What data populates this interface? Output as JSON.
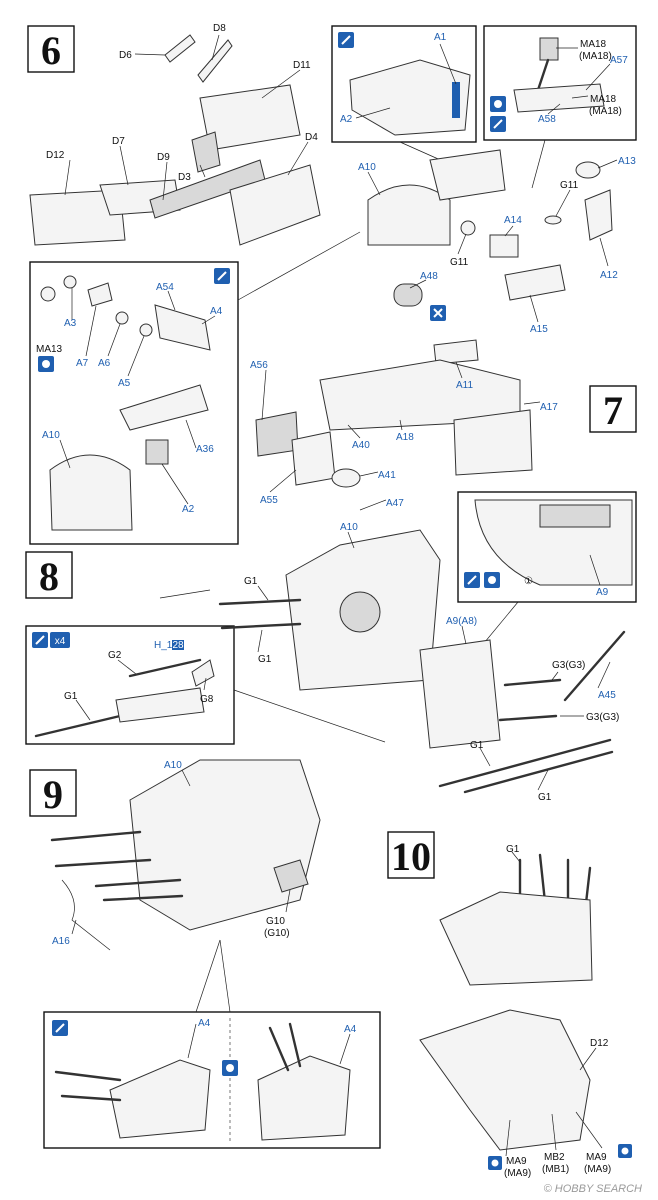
{
  "steps": [
    {
      "number": "6"
    },
    {
      "number": "7"
    },
    {
      "number": "8"
    },
    {
      "number": "9"
    },
    {
      "number": "10"
    }
  ],
  "labels": {
    "s6": {
      "D8": "D8",
      "D6": "D6",
      "D11": "D11",
      "D7": "D7",
      "D9": "D9",
      "D4": "D4",
      "D12": "D12",
      "D3": "D3"
    },
    "inset6": {
      "A54": "A54",
      "A4": "A4",
      "A3": "A3",
      "A7": "A7",
      "A6": "A6",
      "A5": "A5",
      "MA13": "MA13",
      "A36": "A36",
      "A10": "A10",
      "A2": "A2"
    },
    "inset7a": {
      "A1": "A1",
      "A2": "A2"
    },
    "inset7b": {
      "MA18a": "MA18",
      "MA18a_p": "(MA18)",
      "A57": "A57",
      "A58": "A58",
      "MA18b": "MA18",
      "MA18b_p": "(MA18)"
    },
    "s7": {
      "A10": "A10",
      "A13": "A13",
      "G11a": "G11",
      "A14": "A14",
      "G11b": "G11",
      "A12": "A12",
      "A48": "A48",
      "A15": "A15",
      "A11": "A11",
      "A56": "A56",
      "A17": "A17",
      "A40": "A40",
      "A18": "A18",
      "A55": "A55",
      "A41": "A41",
      "A47": "A47"
    },
    "s8": {
      "A10": "A10",
      "G1a": "G1",
      "G1b": "G1",
      "A9A8": "A9(A8)",
      "G3a": "G3(G3)",
      "A45": "A45",
      "G3b": "G3(G3)",
      "G1c": "G1",
      "G1d": "G1"
    },
    "inset8": {
      "G2": "G2",
      "G8": "G8",
      "G1": "G1",
      "count": "x4",
      "ref": "H_18",
      "ref_num": "28"
    },
    "inset8b": {
      "circle1": "①",
      "A9": "A9"
    },
    "s9": {
      "A10": "A10",
      "A16": "A16",
      "G10": "G10",
      "G10p": "(G10)"
    },
    "inset9": {
      "A4a": "A4",
      "A4b": "A4"
    },
    "s10": {
      "G1": "G1",
      "D12": "D12",
      "MA9a": "MA9",
      "MA9a_p": "(MA9)",
      "MB2": "MB2",
      "MB1p": "(MB1)",
      "MA9b": "MA9",
      "MA9b_p": "(MA9)"
    }
  },
  "watermark": "© HOBBY SEARCH",
  "icons": [
    "glue-icon",
    "paint-icon",
    "glue-and-paint-icon",
    "paint-blue-icon"
  ],
  "colors": {
    "callout_blue": "#1f5fb0",
    "ink": "#111111",
    "watermark": "#9a9a9a"
  }
}
